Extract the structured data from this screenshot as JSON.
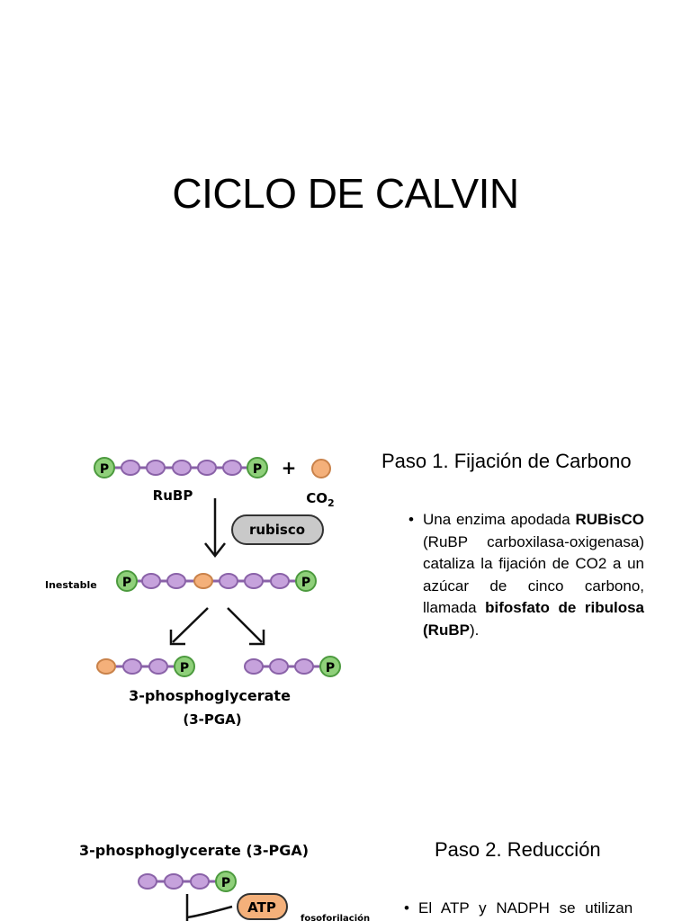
{
  "slide1": {
    "title": "CICLO DE CALVIN"
  },
  "slide2": {
    "step_title": "Paso 1. Fijación de Carbono",
    "bullet": {
      "t1": "Una enzima apodada ",
      "t2": "RUBisCO",
      "t3": " (RuBP carboxilasa-oxigenasa) cataliza la fijación de CO2 a un azúcar de cinco carbono, llamada ",
      "t4": "bifosfato de ribulosa (RuBP",
      "t5": ")."
    },
    "diagram": {
      "phosphate": "P",
      "plus": "+",
      "rubp_label": "RuBP",
      "co2_label": "CO",
      "co2_sub": "2",
      "enzyme_label": "rubisco",
      "unstable_label": "Inestable",
      "product_label": "3-phosphoglycerate",
      "product_abbr": "(3-PGA)"
    }
  },
  "slide3": {
    "step_title": "Paso 2. Reducción",
    "bullet_text": "El ATP y NADPH se utilizan",
    "diagram": {
      "product_header": "3-phosphoglycerate (3-PGA)",
      "phosphate": "P",
      "atp_label": "ATP",
      "process_label": "fosoforilación"
    }
  },
  "colors": {
    "phosphate_fill": "#8fd07a",
    "phosphate_stroke": "#4c9a3e",
    "carbon_fill": "#c6a2dc",
    "carbon_stroke": "#8a62a8",
    "co2_fill": "#f4b07a",
    "co2_stroke": "#c9824a",
    "enzyme_fill": "#c9c9c9",
    "atp_fill": "#f4b07a"
  }
}
